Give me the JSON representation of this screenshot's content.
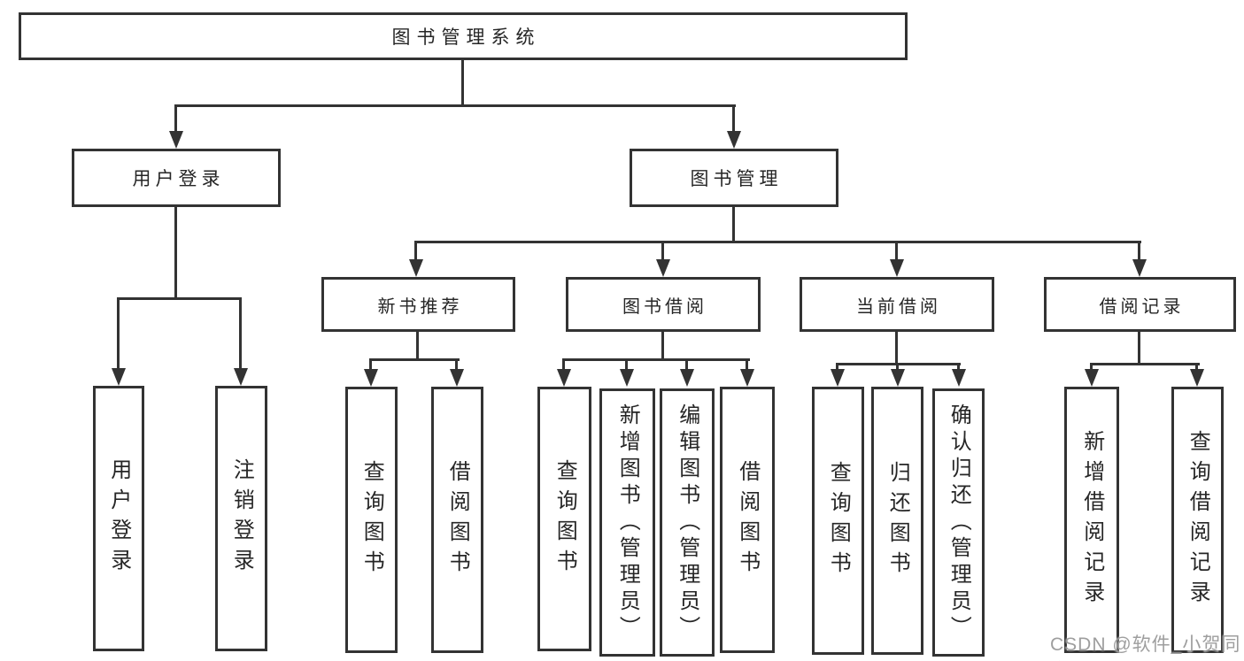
{
  "nodes": {
    "root": "图书管理系统",
    "userLogin": "用户登录",
    "bookMgmt": "图书管理",
    "newBookRec": "新书推荐",
    "bookBorrow": "图书借阅",
    "currentBorrow": "当前借阅",
    "borrowRecord": "借阅记录",
    "leafUserLogin": "用户登录",
    "leafLogout": "注销登录",
    "nbQueryBook": "查询图书",
    "nbBorrowBook": "借阅图书",
    "bbQueryBook": "查询图书",
    "bbAddBook": "新增图书（管理员）",
    "bbEditBook": "编辑图书（管理员）",
    "bbBorrowBook": "借阅图书",
    "cbQueryBook": "查询图书",
    "cbReturnBook": "归还图书",
    "cbConfirmReturn": "确认归还（管理员）",
    "brAddRecord": "新增借阅记录",
    "brQueryRecord": "查询借阅记录"
  },
  "watermark": "CSDN @软件_小贺同学",
  "colors": {
    "line": "#333333",
    "text": "#262626",
    "background": "#ffffff",
    "watermark": "#969696"
  }
}
